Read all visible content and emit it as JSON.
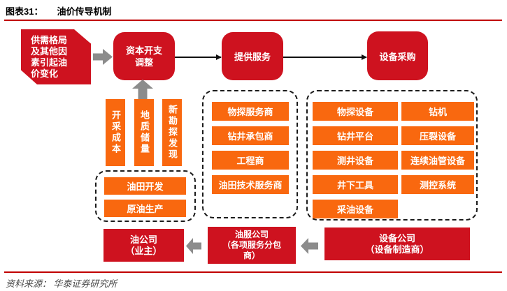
{
  "header": {
    "figure_label": "图表31：",
    "title": "油价传导机制"
  },
  "footer": {
    "source": "资料来源： 华泰证券研究所"
  },
  "colors": {
    "box_red": "#ce121f",
    "box_orange": "#f9680f",
    "arrow_gray": "#8c8c8c",
    "rule_red": "#c00000"
  },
  "nodes": {
    "supply_change": "供需格局\n及其他因\n素引起油\n价变化",
    "capex_adjustment": "资本开支\n调整",
    "provide_services": "提供服务",
    "equipment_procurement": "设备采购",
    "oil_company": "油公司\n（业主）",
    "oilfield_service_company": "油服公司\n（各项服务分包\n商）",
    "equipment_company": "设备公司\n（设备制造商）"
  },
  "drivers": [
    "开采成本",
    "地质储量",
    "新勘探发现"
  ],
  "oilfield_group": [
    "油田开发",
    "原油生产"
  ],
  "service_providers": [
    "物探服务商",
    "钻井承包商",
    "工程商",
    "油田技术服务商"
  ],
  "equipment_items": {
    "col1": [
      "物探设备",
      "钻井平台",
      "测井设备",
      "井下工具",
      "采油设备"
    ],
    "col2": [
      "钻机",
      "压裂设备",
      "连续油管设备",
      "测控系统"
    ]
  }
}
